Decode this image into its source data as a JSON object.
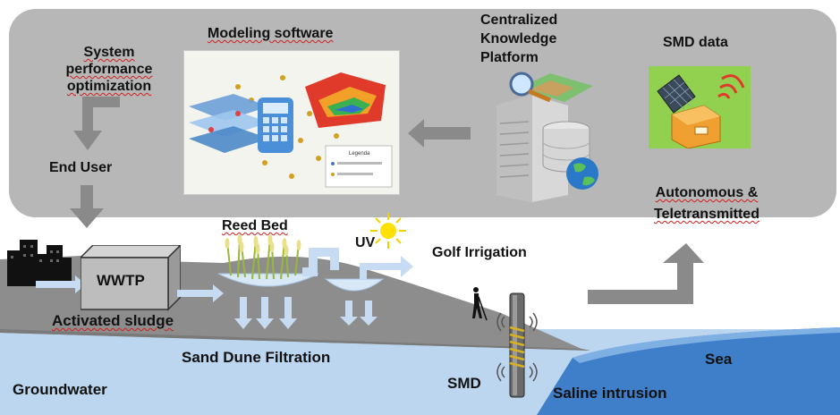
{
  "top_panel": {
    "system_performance": "System\nperformance\noptimization",
    "modeling_software": "Modeling software",
    "centralized_platform": "Centralized\nKnowledge\nPlatform",
    "smd_data": "SMD data",
    "autonomous": "Autonomous &\nTeletransmitted",
    "end_user": "End User",
    "legend_text": "Legenda"
  },
  "landscape": {
    "reed_bed": "Reed Bed",
    "uv": "UV",
    "golf_irrigation": "Golf Irrigation",
    "wwtp": "WWTP",
    "activated_sludge": "Activated sludge",
    "sand_dune_filtration": "Sand Dune Filtration",
    "groundwater": "Groundwater",
    "smd": "SMD",
    "saline_intrusion": "Saline intrusion",
    "sea": "Sea"
  },
  "colors": {
    "panel_bg": "#b7b7b7",
    "arrow_gray": "#8a8a8a",
    "ground": "#8d8d8d",
    "groundwater": "#bcd6ef",
    "sea": "#3f7fc9",
    "water_arrow": "#b9d3ee",
    "smd_green": "#92d050"
  }
}
